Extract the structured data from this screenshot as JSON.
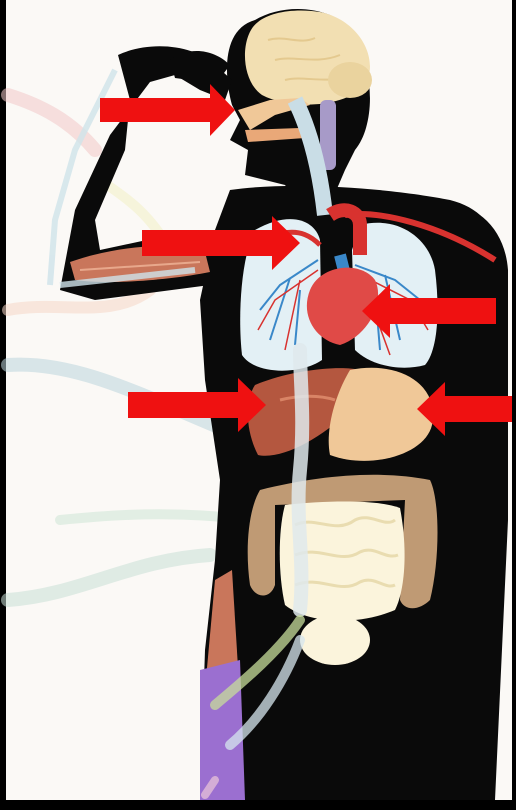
{
  "figure": {
    "subject": "human-body-organ-systems-illustration",
    "palette": {
      "frame": "#000000",
      "paper": "#fbf9f6",
      "silhouette": "#0a0a0a",
      "brain": "#f2dfb2",
      "lung": "#e3f0f5",
      "heart": "#e04a47",
      "artery": "#d8322f",
      "vein": "#3a88c9",
      "liver": "#b4573f",
      "stomach": "#f0c898",
      "colon": "#bf9a74",
      "intestine": "#fbf4dc",
      "muscle": "#c9765b",
      "leg_muscle": "#9b6fd0",
      "flow": "#cfe3ea",
      "arrow": "#ef1111"
    },
    "organs": [
      "brain",
      "mouth",
      "esophagus",
      "lungs",
      "heart",
      "liver",
      "stomach",
      "large-intestine",
      "small-intestine",
      "bladder",
      "arm-muscle",
      "leg-muscle"
    ],
    "arrows": [
      {
        "id": "arrow-1",
        "direction": "right",
        "target": "mouth"
      },
      {
        "id": "arrow-2",
        "direction": "right",
        "target": "lungs"
      },
      {
        "id": "arrow-3",
        "direction": "left",
        "target": "heart"
      },
      {
        "id": "arrow-4",
        "direction": "right",
        "target": "liver"
      },
      {
        "id": "arrow-5",
        "direction": "left",
        "target": "stomach"
      }
    ]
  }
}
